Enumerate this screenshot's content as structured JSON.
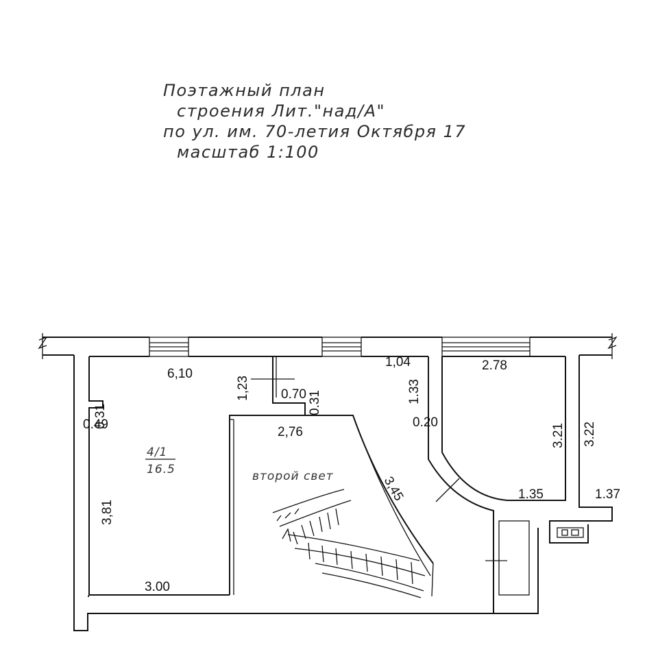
{
  "title": {
    "line1": "Поэтажный план",
    "line2": "строения Лит.\"над/А\"",
    "line3": "по ул. им. 70-летия Октября 17",
    "line4": "масштаб 1:100"
  },
  "room": {
    "number": "4/1",
    "area": "16.5",
    "second_light": "второй свет"
  },
  "dimensions": {
    "d_6_10": "6,10",
    "d_1_23": "1,23",
    "d_1_04": "1,04",
    "d_1_33": "1.33",
    "d_2_78": "2.78",
    "d_0_70": "0.70",
    "d_0_31a": "0.31",
    "d_0_31b": "0.31",
    "d_0_49": "0.49",
    "d_2_76": "2,76",
    "d_0_20": "0.20",
    "d_3_21": "3.21",
    "d_3_22": "3.22",
    "d_3_45": "3,45",
    "d_1_35": "1.35",
    "d_1_37": "1.37",
    "d_3_81": "3,81",
    "d_3_00": "3.00"
  }
}
